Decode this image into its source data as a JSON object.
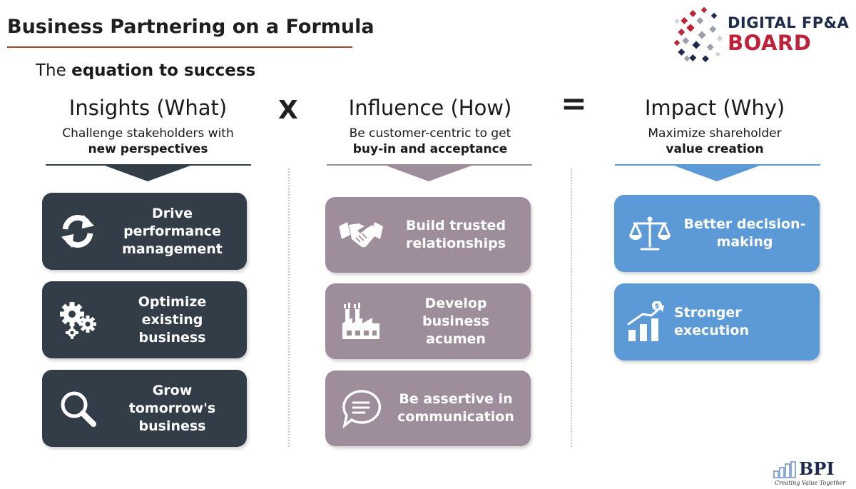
{
  "header": {
    "title": "Business Partnering on a Formula",
    "subtitle_pre": "The",
    "subtitle_bold": "equation to success"
  },
  "logo": {
    "line1": "DIGITAL FP&A",
    "line2": "BOARD"
  },
  "operators": {
    "multiply": "X",
    "equals": "="
  },
  "columns": [
    {
      "title": "Insights (What)",
      "desc": "Challenge stakeholders with",
      "desc_bold": "new perspectives",
      "cards": [
        {
          "label": "Drive performance management",
          "icon": "refresh-icon"
        },
        {
          "label": "Optimize existing business",
          "icon": "gears-icon"
        },
        {
          "label": "Grow tomorrow's business",
          "icon": "magnifier-icon"
        }
      ]
    },
    {
      "title": "Influence (How)",
      "desc": "Be customer-centric to get",
      "desc_bold": "buy-in and acceptance",
      "cards": [
        {
          "label": "Build trusted relationships",
          "icon": "handshake-icon"
        },
        {
          "label": "Develop business acumen",
          "icon": "factory-icon"
        },
        {
          "label": "Be assertive in communication",
          "icon": "chat-bubble-icon"
        }
      ]
    },
    {
      "title": "Impact (Why)",
      "desc": "Maximize shareholder",
      "desc_bold": "value creation",
      "cards": [
        {
          "label": "Better decision-making",
          "icon": "scales-icon"
        },
        {
          "label": "Stronger execution",
          "icon": "growth-chart-icon"
        }
      ]
    }
  ],
  "footer_logo": {
    "name": "BPI",
    "tagline": "Creating Value Together"
  },
  "colors": {
    "insights": "#333d48",
    "influence": "#9e8e9b",
    "impact": "#5b9ad6",
    "title_rule": "#a8422e"
  }
}
